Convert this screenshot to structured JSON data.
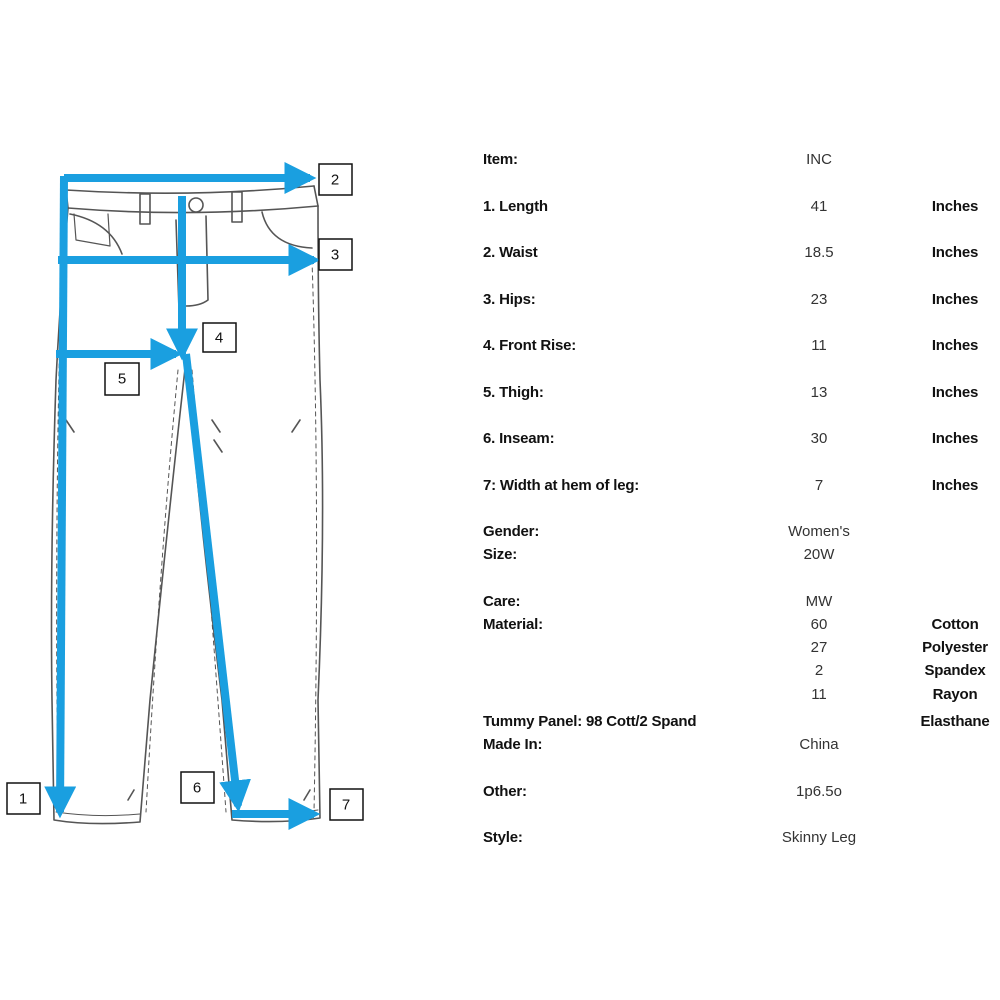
{
  "callouts": [
    "1",
    "2",
    "3",
    "4",
    "5",
    "6",
    "7"
  ],
  "colors": {
    "arrow": "#1a9fe0",
    "sketch": "#555555"
  },
  "spec": {
    "item": {
      "label": "Item:",
      "value": "INC"
    },
    "measurements": [
      {
        "label": "1. Length",
        "value": "41",
        "unit": "Inches"
      },
      {
        "label": "2. Waist",
        "value": "18.5",
        "unit": "Inches"
      },
      {
        "label": "3. Hips:",
        "value": "23",
        "unit": "Inches"
      },
      {
        "label": "4. Front Rise:",
        "value": "11",
        "unit": "Inches"
      },
      {
        "label": "5. Thigh:",
        "value": "13",
        "unit": "Inches"
      },
      {
        "label": "6. Inseam:",
        "value": "30",
        "unit": "Inches"
      },
      {
        "label": "7: Width at hem of leg:",
        "value": "7",
        "unit": "Inches"
      }
    ],
    "gender": {
      "label": "Gender:",
      "value": "Women's"
    },
    "size": {
      "label": "Size:",
      "value": "20W"
    },
    "care": {
      "label": "Care:",
      "value": "MW"
    },
    "material": {
      "label": "Material:",
      "rows": [
        {
          "value": "60",
          "fiber": "Cotton"
        },
        {
          "value": "27",
          "fiber": "Polyester"
        },
        {
          "value": "2",
          "fiber": "Spandex"
        },
        {
          "value": "11",
          "fiber": "Rayon"
        }
      ]
    },
    "tummy_panel": {
      "label": "Tummy Panel: 98 Cott/2 Spand",
      "fiber": "Elasthane"
    },
    "made_in": {
      "label": "Made In:",
      "value": "China"
    },
    "other": {
      "label": "Other:",
      "value": "1p6.5o"
    },
    "style": {
      "label": "Style:",
      "value": "Skinny Leg"
    }
  }
}
